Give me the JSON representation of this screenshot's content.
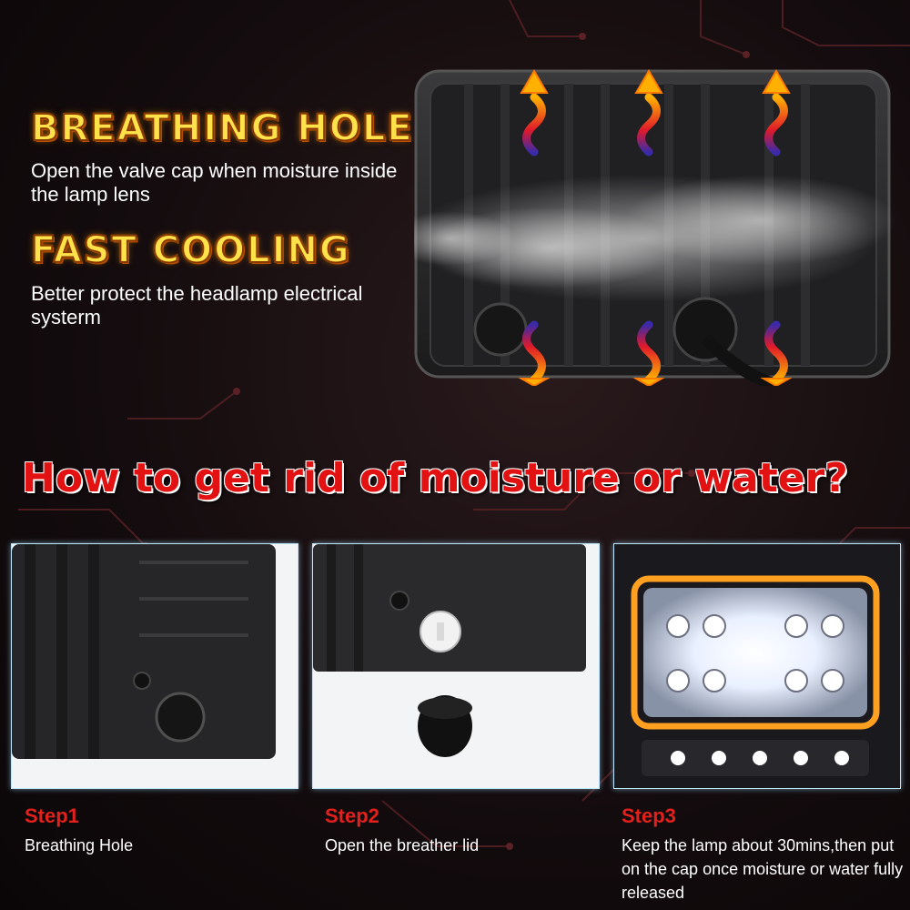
{
  "features": [
    {
      "title": "BREATHING HOLE",
      "description": "Open the valve cap when moisture inside the lamp lens"
    },
    {
      "title": "FAST COOLING",
      "description": "Better protect the headlamp electrical systerm"
    }
  ],
  "question": "How to get rid of moisture or water?",
  "steps": [
    {
      "label": "Step1",
      "text": "Breathing Hole"
    },
    {
      "label": "Step2",
      "text": "Open the breather lid"
    },
    {
      "label": "Step3",
      "text": "Keep the lamp about 30mins,then put on the cap once moisture or water fully released"
    }
  ],
  "colors": {
    "title_yellow": "#ffe24a",
    "question_red": "#e31212",
    "step_red": "#e4201c",
    "halo_amber": "#ffa020"
  },
  "icons": [
    "heat-up-arrow-icon",
    "heat-down-arrow-icon"
  ]
}
